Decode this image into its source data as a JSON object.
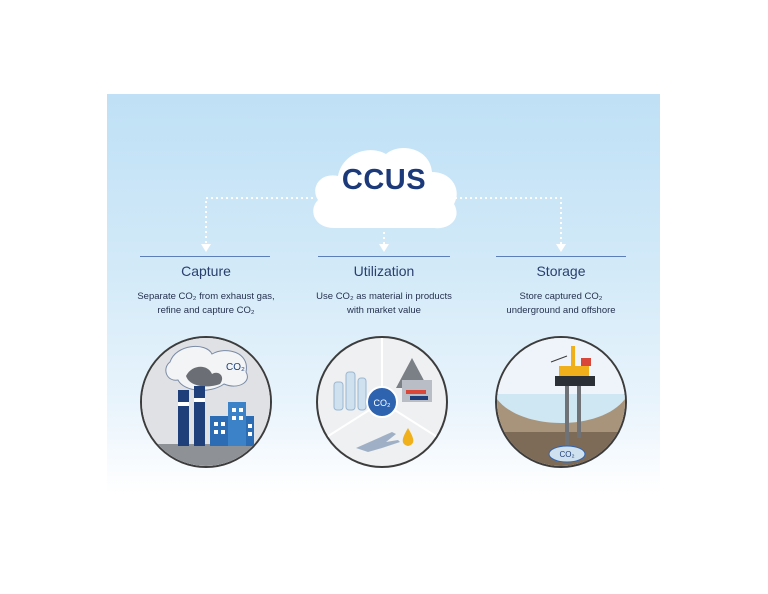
{
  "title": "CCUS",
  "columns": [
    {
      "title": "Capture",
      "desc_line1": "Separate CO₂ from exhaust gas,",
      "desc_line2": "refine and capture CO₂",
      "label": "CO₂"
    },
    {
      "title": "Utilization",
      "desc_line1": "Use CO₂ as material in products",
      "desc_line2": "with market value",
      "label": "CO₂"
    },
    {
      "title": "Storage",
      "desc_line1": "Store captured CO₂",
      "desc_line2": "underground and offshore",
      "label": "CO₂"
    }
  ],
  "colors": {
    "accent": "#1c3a7a",
    "background": "#cfe6f7",
    "connector": "#ffffff"
  }
}
